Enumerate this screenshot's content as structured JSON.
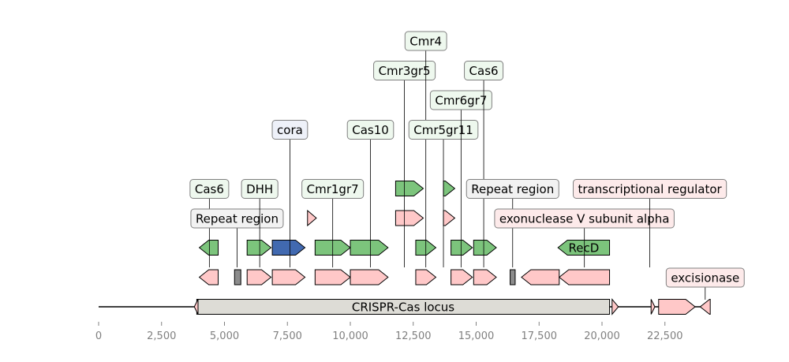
{
  "axis": {
    "min": 0,
    "max": 24500,
    "ticks": [
      0,
      2500,
      5000,
      7500,
      10000,
      12500,
      15000,
      17500,
      20000,
      22500
    ],
    "tick_labels": [
      "0",
      "2,500",
      "5,000",
      "7,500",
      "10,000",
      "12,500",
      "15,000",
      "17,500",
      "20,000",
      "22,500"
    ]
  },
  "colors": {
    "green": "#7cc47c",
    "blue": "#4169b0",
    "pink": "#ffc8c8",
    "gray": "#8c8c8c",
    "locus": "#dddcd6",
    "label_green_bg": "#eef8ee",
    "label_blue_bg": "#eef1f9",
    "label_pink_bg": "#fdeaea",
    "label_gray_bg": "#f2f2f2"
  },
  "locus": {
    "label": "CRISPR-Cas locus",
    "start": 3900,
    "end": 20300
  },
  "features": [
    {
      "row": 0,
      "start": 3800,
      "end": 3950,
      "strand": -1,
      "color": "pink"
    },
    {
      "row": 0,
      "start": 20300,
      "end": 20300,
      "strand": 1,
      "color": "pink",
      "kind": "line"
    },
    {
      "row": 0,
      "start": 20400,
      "end": 20650,
      "strand": 1,
      "color": "pink"
    },
    {
      "row": 0,
      "start": 21950,
      "end": 22100,
      "strand": 1,
      "color": "pink"
    },
    {
      "row": 0,
      "start": 22250,
      "end": 23700,
      "strand": 1,
      "color": "pink"
    },
    {
      "row": 0,
      "start": 23900,
      "end": 24300,
      "strand": -1,
      "color": "pink"
    },
    {
      "row": 1,
      "start": 4000,
      "end": 4750,
      "strand": -1,
      "color": "pink"
    },
    {
      "row": 1,
      "start": 5400,
      "end": 5650,
      "strand": 0,
      "color": "gray"
    },
    {
      "row": 1,
      "start": 5900,
      "end": 6850,
      "strand": 1,
      "color": "pink"
    },
    {
      "row": 1,
      "start": 6900,
      "end": 8200,
      "strand": 1,
      "color": "pink"
    },
    {
      "row": 1,
      "start": 8600,
      "end": 10000,
      "strand": 1,
      "color": "pink"
    },
    {
      "row": 1,
      "start": 10000,
      "end": 11500,
      "strand": 1,
      "color": "pink"
    },
    {
      "row": 1,
      "start": 12600,
      "end": 13400,
      "strand": 1,
      "color": "pink"
    },
    {
      "row": 1,
      "start": 14000,
      "end": 14850,
      "strand": 1,
      "color": "pink"
    },
    {
      "row": 1,
      "start": 14900,
      "end": 15800,
      "strand": 1,
      "color": "pink"
    },
    {
      "row": 1,
      "start": 16350,
      "end": 16550,
      "strand": 0,
      "color": "gray"
    },
    {
      "row": 1,
      "start": 16800,
      "end": 18300,
      "strand": -1,
      "color": "pink"
    },
    {
      "row": 1,
      "start": 18300,
      "end": 20300,
      "strand": -1,
      "color": "pink"
    },
    {
      "row": 2,
      "start": 4000,
      "end": 4750,
      "strand": -1,
      "color": "green"
    },
    {
      "row": 2,
      "start": 5900,
      "end": 6850,
      "strand": 1,
      "color": "green"
    },
    {
      "row": 2,
      "start": 6900,
      "end": 8200,
      "strand": 1,
      "color": "blue"
    },
    {
      "row": 2,
      "start": 8600,
      "end": 10000,
      "strand": 1,
      "color": "green"
    },
    {
      "row": 2,
      "start": 10000,
      "end": 11500,
      "strand": 1,
      "color": "green"
    },
    {
      "row": 2,
      "start": 12600,
      "end": 13400,
      "strand": 1,
      "color": "green"
    },
    {
      "row": 2,
      "start": 14000,
      "end": 14850,
      "strand": 1,
      "color": "green"
    },
    {
      "row": 2,
      "start": 14900,
      "end": 15800,
      "strand": 1,
      "color": "green"
    },
    {
      "row": 2,
      "start": 18250,
      "end": 20300,
      "strand": -1,
      "color": "green",
      "label": "RecD"
    },
    {
      "row": 3,
      "start": 11800,
      "end": 12900,
      "strand": 1,
      "color": "pink"
    },
    {
      "row": 3,
      "start": 13700,
      "end": 14150,
      "strand": 1,
      "color": "pink"
    },
    {
      "row": 3,
      "start": 8300,
      "end": 8650,
      "strand": 1,
      "color": "pink"
    },
    {
      "row": 4,
      "start": 11800,
      "end": 12900,
      "strand": 1,
      "color": "green"
    },
    {
      "row": 4,
      "start": 13700,
      "end": 14150,
      "strand": 1,
      "color": "green"
    }
  ],
  "labels": [
    {
      "text": "Cas6",
      "anchor": 4400,
      "level": 1,
      "style": "green"
    },
    {
      "text": "Repeat region",
      "anchor": 5500,
      "level": 0,
      "style": "gray"
    },
    {
      "text": "DHH",
      "anchor": 6400,
      "level": 1,
      "style": "green"
    },
    {
      "text": "cora",
      "anchor": 7600,
      "level": 3,
      "style": "blue"
    },
    {
      "text": "Cmr1gr7",
      "anchor": 9300,
      "level": 1,
      "style": "green"
    },
    {
      "text": "Cas10",
      "anchor": 10800,
      "level": 3,
      "style": "green"
    },
    {
      "text": "Cmr3gr5",
      "anchor": 12150,
      "level": 5,
      "style": "green"
    },
    {
      "text": "Cmr4",
      "anchor": 13000,
      "level": 6,
      "style": "green"
    },
    {
      "text": "Cmr5gr11",
      "anchor": 13700,
      "level": 3,
      "style": "green"
    },
    {
      "text": "Cmr6gr7",
      "anchor": 14400,
      "level": 4,
      "style": "green"
    },
    {
      "text": "Cas6",
      "anchor": 15300,
      "level": 5,
      "style": "green"
    },
    {
      "text": "Repeat region",
      "anchor": 16450,
      "level": 1,
      "style": "gray"
    },
    {
      "text": "exonuclease V subunit alpha",
      "anchor": 19300,
      "level": 0,
      "style": "pink"
    },
    {
      "text": "transcriptional regulator",
      "anchor": 21900,
      "level": 1,
      "style": "pink"
    },
    {
      "text": "excisionase",
      "anchor": 24100,
      "level": -2,
      "style": "pink"
    }
  ]
}
